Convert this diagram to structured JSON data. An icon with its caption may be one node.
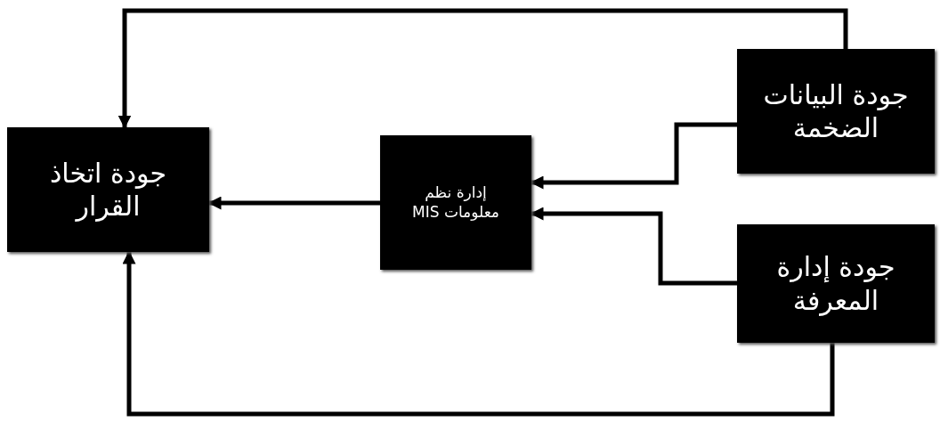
{
  "diagram": {
    "nodes": [
      {
        "text": [
          "جودة اتخاذ القرار"
        ]
      },
      {
        "text": [
          "إدارة نظم معلومات MIS"
        ]
      },
      {
        "text": [
          "جودة البيانات الضخمة"
        ]
      },
      {
        "text": [
          "جودة إدارة المعرفة"
        ]
      }
    ],
    "edges": [
      {
        "from": 2,
        "to": 0,
        "arrow": "to"
      },
      {
        "from": 2,
        "to": 1,
        "arrow": "to"
      },
      {
        "from": 3,
        "to": 1,
        "arrow": "to"
      },
      {
        "from": 1,
        "to": 0,
        "arrow": "to"
      },
      {
        "from": 3,
        "to": 0,
        "arrow": "to"
      }
    ]
  }
}
